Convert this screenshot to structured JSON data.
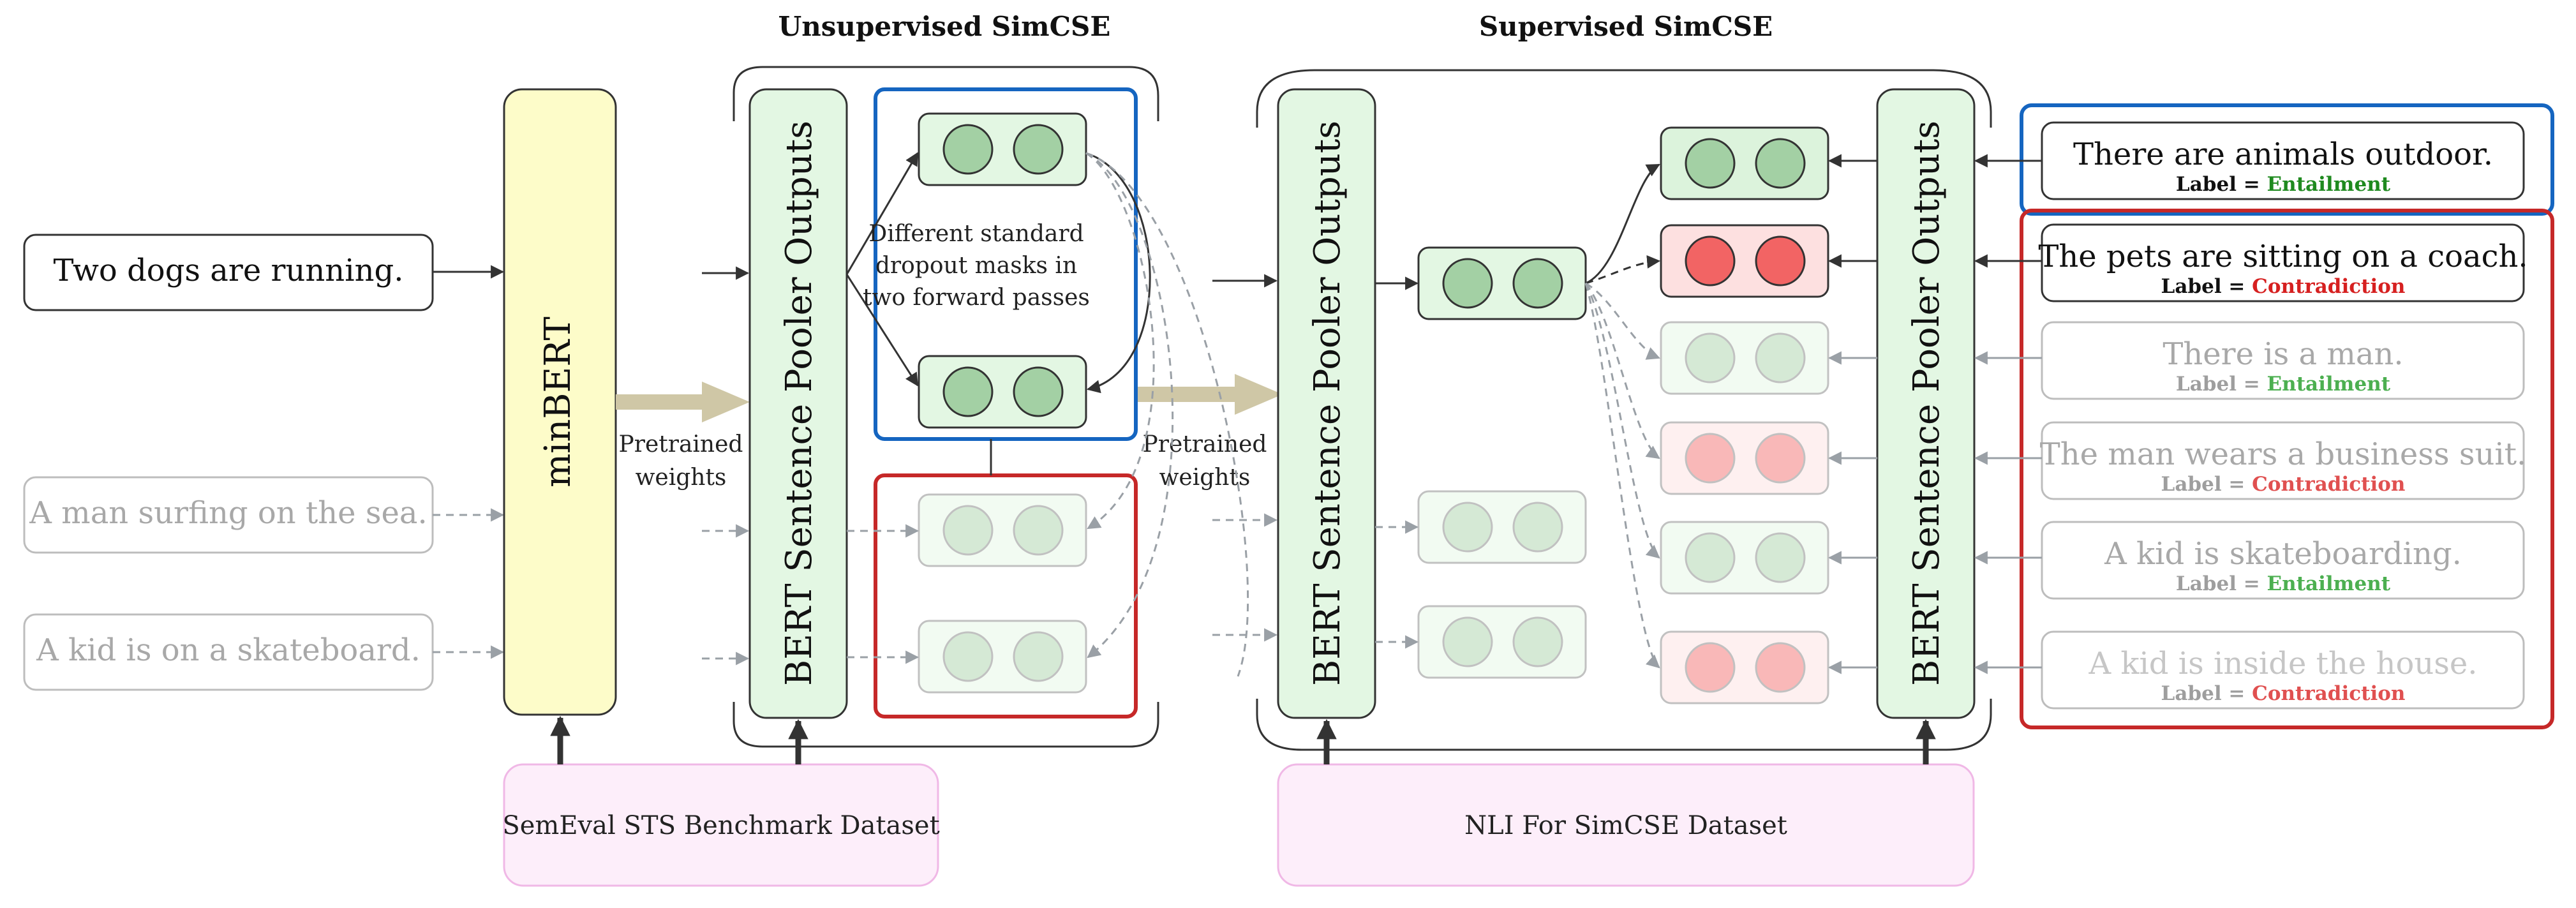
{
  "titles": {
    "unsupervised": "Unsupervised SimCSE",
    "supervised": "Supervised SimCSE"
  },
  "inputs": {
    "two_dogs": "Two dogs are running.",
    "man_surfing": "A man surfing on the sea.",
    "kid_skateboard": "A kid is on a skateboard."
  },
  "encoders": {
    "minbert": "minBERT",
    "pooler_label": "BERT Sentence Pooler Outputs"
  },
  "notes": {
    "dropout": [
      "Different standard",
      "dropout masks in",
      "two forward passes"
    ],
    "pretrained": [
      "Pretrained",
      "weights"
    ]
  },
  "datasets": {
    "sts": "SemEval STS Benchmark Dataset",
    "nli": "NLI For SimCSE Dataset"
  },
  "label_prefix": "Label = ",
  "nli_pairs": [
    {
      "sentence": "There are animals outdoor.",
      "label": "Entailment"
    },
    {
      "sentence": "The pets are sitting on a coach.",
      "label": "Contradiction"
    },
    {
      "sentence": "There is a man.",
      "label": "Entailment"
    },
    {
      "sentence": "The man wears a business suit.",
      "label": "Contradiction"
    },
    {
      "sentence": "A kid is skateboarding.",
      "label": "Entailment"
    },
    {
      "sentence": "A kid is inside the house.",
      "label": "Contradiction"
    }
  ],
  "colors": {
    "entailment": "#1f8a1f",
    "contradiction": "#d62020",
    "positive_box": "#1565c0",
    "negative_box": "#c62828",
    "encoder_fill": "#e3f7e3",
    "minbert_fill": "#fdfcc9",
    "dataset_fill": "#fdeefa",
    "arrow_tan": "#cfc7a6"
  }
}
